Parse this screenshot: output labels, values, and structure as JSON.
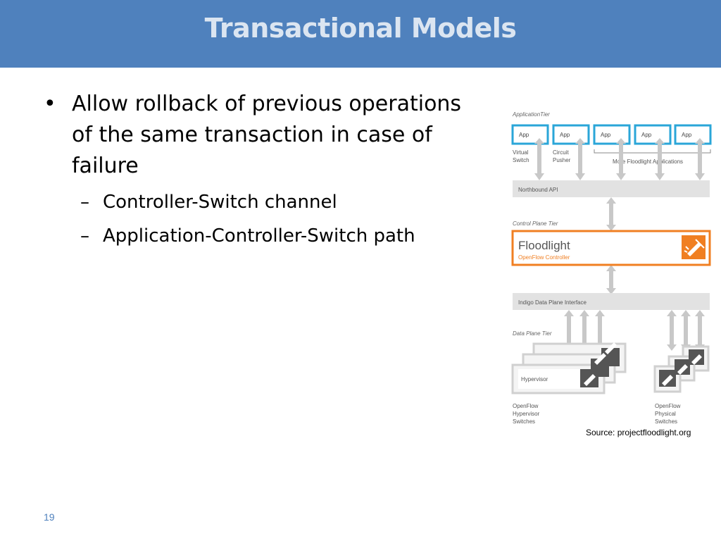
{
  "slide": {
    "title": "Transactional Models",
    "bullets": [
      {
        "marker": "•",
        "text": "Allow rollback of previous operations of the same transaction in case of failure"
      },
      {
        "marker": "–",
        "text": "Controller-Switch channel"
      },
      {
        "marker": "–",
        "text": "Application-Controller-Switch path"
      }
    ],
    "source": "Source: projectfloodlight.org",
    "page_number": "19"
  },
  "diagram": {
    "application_tier_label": "ApplicationTier",
    "app_label": "App",
    "app_captions": {
      "virtual_line1": "Virtual",
      "virtual_line2": "Switch",
      "circuit_line1": "Circuit",
      "circuit_line2": "Pusher",
      "more": "More Floodlight Applications"
    },
    "northbound_label": "Northbound API",
    "control_tier_label": "Control Plane Tier",
    "floodlight_title": "Floodlight",
    "floodlight_subtitle": "OpenFlow Controller",
    "indigo_label": "Indigo Data Plane Interface",
    "data_tier_label": "Data Plane Tier",
    "hypervisor_label": "Hypervisor",
    "hyp_caption": [
      "OpenFlow",
      "Hypervisor",
      "Switches"
    ],
    "phys_caption": [
      "OpenFlow",
      "Physical",
      "Switches"
    ],
    "colors": {
      "app_border": "#2aa6d8",
      "floodlight_orange": "#f07f22",
      "band_gray": "#e2e2e2",
      "arrow_gray": "#c8c8c8"
    }
  }
}
